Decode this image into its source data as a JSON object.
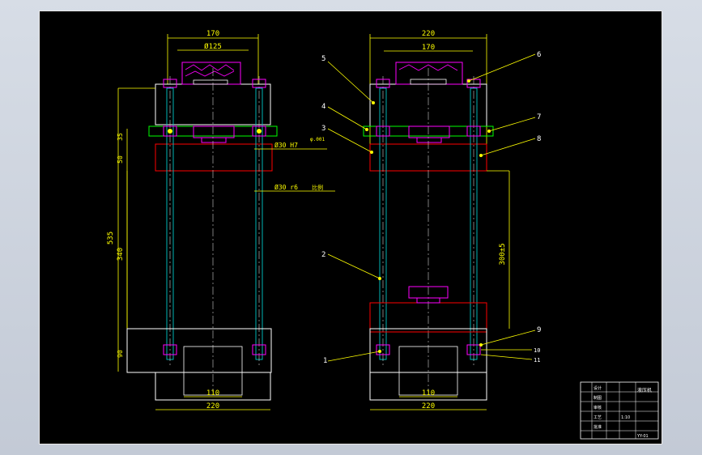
{
  "colors": {
    "background": "#000000",
    "frame": "#ffffff",
    "dimension": "#ffff00",
    "part_outline": "#ff0000",
    "guide_post": "#00c8c8",
    "fastener": "#ff00ff",
    "plate": "#00ff00",
    "centerline": "#cfcfcf"
  },
  "front_view": {
    "dims": {
      "top_outer": "170",
      "top_inner": "Ø125",
      "height_35": "35",
      "height_50": "50",
      "overall": "535",
      "stroke": "340",
      "bottom_90": "90",
      "fit_bore": "Ø30 H7",
      "fit_bore_note": "φ.001",
      "fit_shaft": "Ø30 r6",
      "fit_shaft_note": "比例",
      "bottom_inner": "110",
      "bottom_outer": "220"
    }
  },
  "side_view": {
    "dims": {
      "top_outer": "220",
      "top_inner": "170",
      "stroke_label": "300±5",
      "bottom_inner": "110",
      "bottom_outer": "220"
    },
    "balloons": [
      "1",
      "2",
      "3",
      "4",
      "5",
      "6",
      "7",
      "8",
      "9",
      "10",
      "11"
    ]
  },
  "title_block": {
    "rows": [
      "设计",
      "制图",
      "审核",
      "工艺",
      "批准"
    ],
    "name": "液压机",
    "scale": "1:10",
    "sheet_no": "YY-01"
  }
}
